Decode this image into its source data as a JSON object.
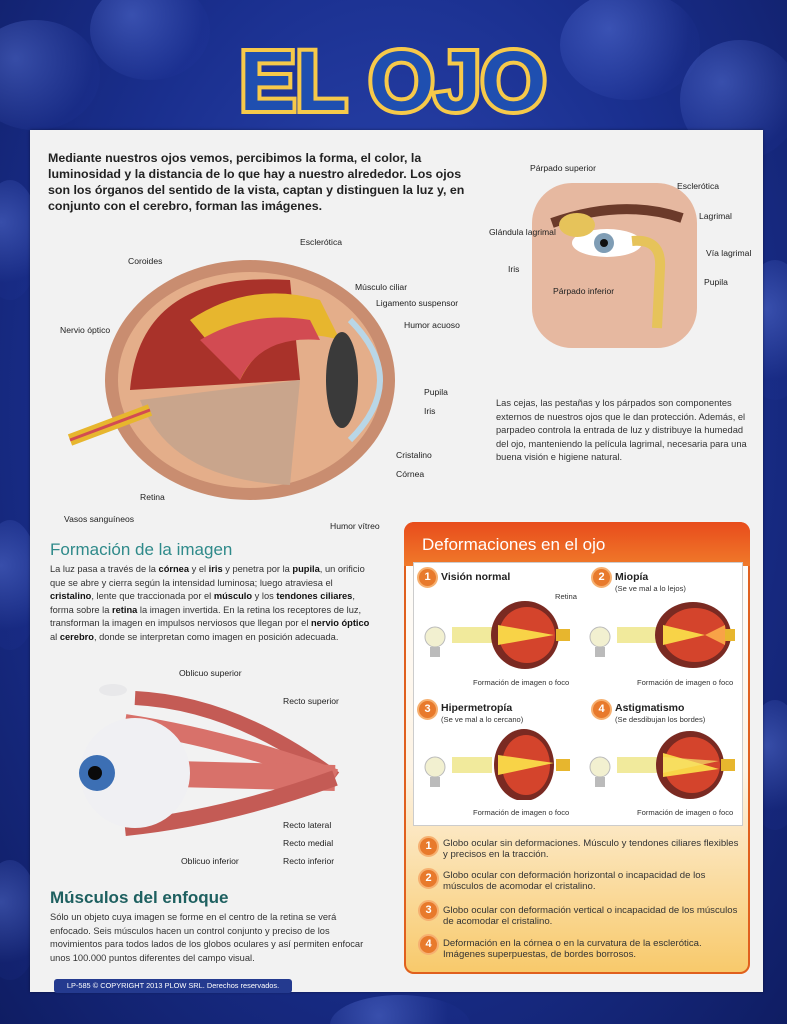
{
  "title": "EL OJO",
  "intro": "Mediante nuestros ojos vemos, percibimos la forma, el color, la luminosidad y la distancia de lo que hay a nuestro alrededor. Los ojos son los órganos del sentido de la vista, captan y distinguen la luz y, en conjunto con el cerebro, forman las imágenes.",
  "eye_labels": {
    "esclerotica": "Esclerótica",
    "coroides": "Coroides",
    "musculo_ciliar": "Músculo ciliar",
    "ligamento": "Ligamento suspensor",
    "humor_acuoso": "Humor acuoso",
    "nervio_optico": "Nervio óptico",
    "pupila": "Pupila",
    "iris": "Iris",
    "cristalino": "Cristalino",
    "cornea": "Córnea",
    "retina": "Retina",
    "vasos": "Vasos sanguíneos",
    "humor_vitreo": "Humor vítreo"
  },
  "face_labels": {
    "parpado_superior": "Párpado superior",
    "esclerotica": "Esclerótica",
    "lagrimal": "Lagrimal",
    "glandula": "Glándula lagrimal",
    "via_lagrimal": "Vía lagrimal",
    "iris": "Iris",
    "pupila": "Pupila",
    "parpado_inferior": "Párpado inferior"
  },
  "face_text": "Las cejas, las pestañas y los párpados son componentes externos de nuestros ojos que le dan protección. Además, el parpadeo controla la entrada de luz y distribuye la humedad del ojo, manteniendo la película lagrimal, necesaria para una buena visión e higiene natural.",
  "formacion": {
    "heading": "Formación de la imagen",
    "p1": "La luz pasa a través de la ",
    "cornea": "córnea",
    "p2": " y el ",
    "iris": "iris",
    "p3": " y penetra por la ",
    "pupila": "pupila",
    "p4": ", un orificio que se abre y cierra según la intensidad luminosa; luego atraviesa el ",
    "cristalino": "cristalino",
    "p5": ", lente que traccionada por el ",
    "musculo": "músculo",
    "p6": " y los ",
    "tendones": "tendones ciliares",
    "p7": ", forma sobre la ",
    "retina": "retina",
    "p8": " la imagen invertida. En la retina los receptores de luz, transforman la imagen en impulsos nerviosos que llegan por el ",
    "nervio": "nervio óptico",
    "p9": " al ",
    "cerebro": "cerebro",
    "p10": ", donde se interpretan como imagen en posición adecuada."
  },
  "muscle_labels": {
    "oblicuo_superior": "Oblicuo superior",
    "recto_superior": "Recto superior",
    "recto_lateral": "Recto lateral",
    "recto_medial": "Recto medial",
    "recto_inferior": "Recto inferior",
    "oblicuo_inferior": "Oblicuo inferior"
  },
  "musculos": {
    "heading": "Músculos del enfoque",
    "text": "Sólo un objeto cuya imagen se forme en el centro de la retina se verá enfocado. Seis músculos hacen un control conjunto y preciso de los movimientos para todos lados de los globos oculares y así permiten enfocar unos 100.000 puntos diferentes del campo visual."
  },
  "deformaciones": {
    "heading": "Deformaciones en el ojo",
    "items": [
      {
        "num": "1",
        "title": "Visión normal",
        "sub": "",
        "retina": "Retina",
        "caption": "Formación de imagen o foco"
      },
      {
        "num": "2",
        "title": "Miopía",
        "sub": "(Se ve mal a lo lejos)",
        "retina": "",
        "caption": "Formación de imagen o foco"
      },
      {
        "num": "3",
        "title": "Hipermetropía",
        "sub": "(Se ve mal a lo cercano)",
        "retina": "",
        "caption": "Formación de imagen o foco"
      },
      {
        "num": "4",
        "title": "Astigmatismo",
        "sub": "(Se desdibujan los bordes)",
        "retina": "",
        "caption": "Formación de imagen o foco"
      }
    ],
    "legend": [
      {
        "num": "1",
        "text": "Globo ocular sin deformaciones. Músculo y tendones ciliares flexibles y precisos en la tracción."
      },
      {
        "num": "2",
        "text": "Globo ocular con deformación horizontal o incapacidad de los músculos de acomodar el cristalino."
      },
      {
        "num": "3",
        "text": "Globo ocular con deformación vertical  o incapacidad de los músculos de acomodar el cristalino."
      },
      {
        "num": "4",
        "text": "Deformación en la córnea o en la curvatura de la esclerótica. Imágenes superpuestas, de bordes  borrosos."
      }
    ]
  },
  "copyright": "LP-585 © COPYRIGHT 2013 PLOW SRL. Derechos reservados.",
  "colors": {
    "accent_orange": "#e84c1c",
    "heading_teal": "#2f8a8a",
    "background_blue": "#1a2f8e"
  }
}
